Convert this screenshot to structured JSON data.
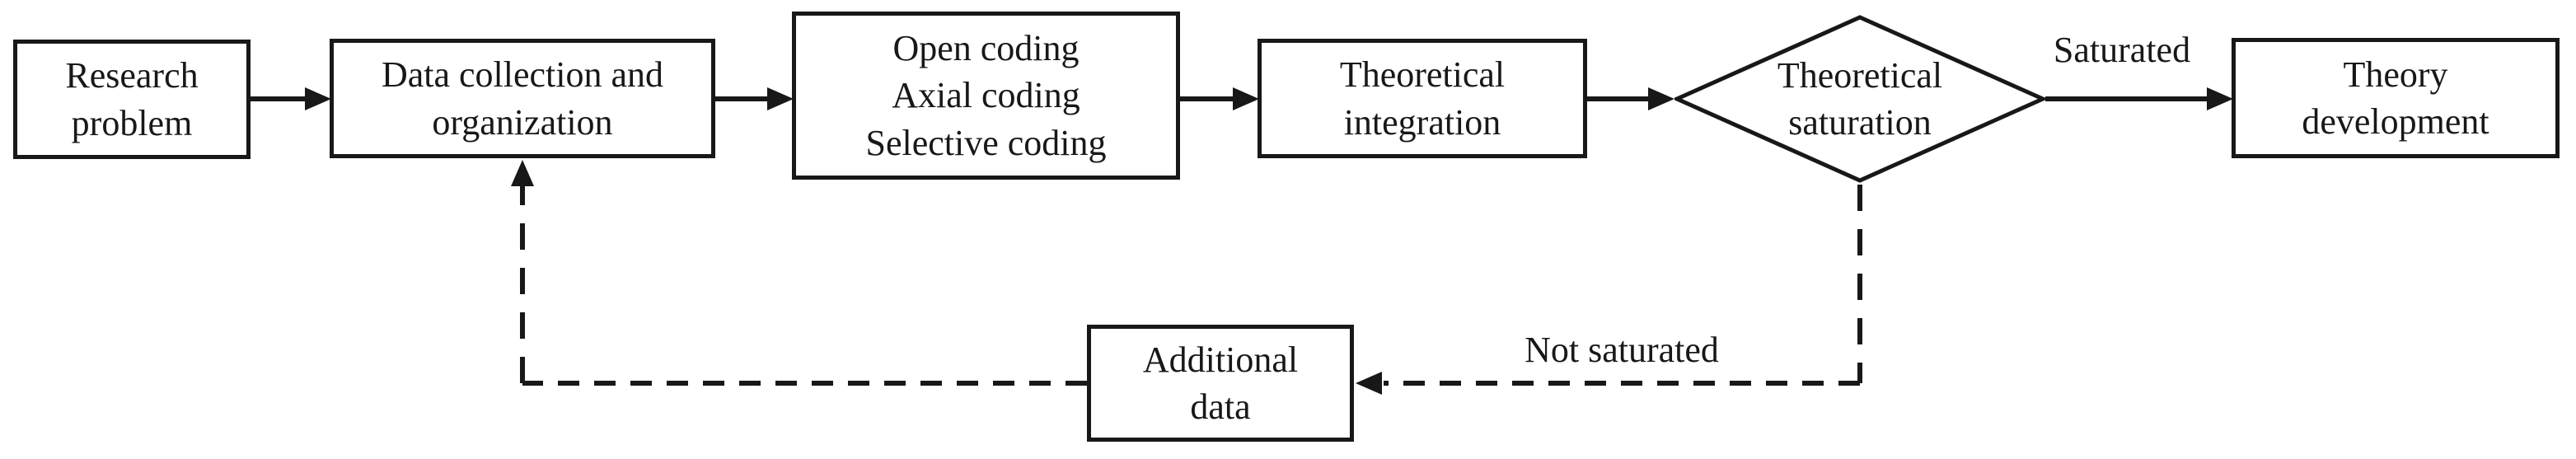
{
  "diagram": {
    "nodes": {
      "research_problem": {
        "label": "Research\nproblem"
      },
      "data_collection": {
        "label": "Data collection and\norganization"
      },
      "coding": {
        "label": "Open coding\nAxial coding\nSelective coding"
      },
      "theoretical_integration": {
        "label": "Theoretical\nintegration"
      },
      "theoretical_saturation": {
        "label": "Theoretical\nsaturation"
      },
      "theory_development": {
        "label": "Theory\ndevelopment"
      },
      "additional_data": {
        "label": "Additional\ndata"
      }
    },
    "edge_labels": {
      "saturated": "Saturated",
      "not_saturated": "Not saturated"
    },
    "colors": {
      "line": "#181818",
      "text": "#181818",
      "background": "#ffffff"
    }
  }
}
